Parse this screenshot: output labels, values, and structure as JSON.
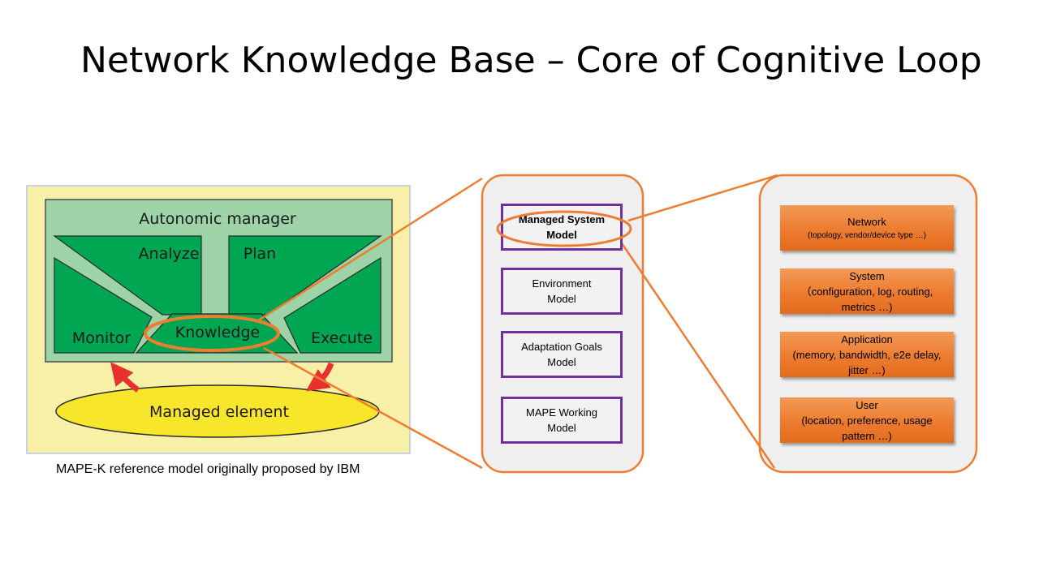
{
  "slide": {
    "title": "Network Knowledge Base – Core of Cognitive Loop"
  },
  "mapek_figure": {
    "autonomic_manager": "Autonomic manager",
    "analyze": "Analyze",
    "plan": "Plan",
    "monitor": "Monitor",
    "knowledge": "Knowledge",
    "execute": "Execute",
    "managed_element": "Managed element",
    "caption": "MAPE-K reference model originally proposed by IBM"
  },
  "knowledge_models": [
    {
      "line1": "Managed System",
      "line2": "Model"
    },
    {
      "line1": "Environment",
      "line2": "Model"
    },
    {
      "line1": "Adaptation Goals",
      "line2": "Model"
    },
    {
      "line1": "MAPE Working",
      "line2": "Model"
    }
  ],
  "managed_system_details": [
    {
      "title": "Network",
      "detail": "(topology, vendor/device type …)"
    },
    {
      "title": "System",
      "detail": "（configuration, log, routing, metrics …)"
    },
    {
      "title": "Application",
      "detail": "(memory,  bandwidth,  e2e delay, jitter …)"
    },
    {
      "title": "User",
      "detail": "(location, preference, usage pattern …)"
    }
  ],
  "colors": {
    "accent_orange": "#ed7d31",
    "model_border_purple": "#7030a0",
    "figure_background_yellow": "#f9f0a8",
    "manager_green": "#9dd3a6",
    "quadrant_green": "#00a651",
    "managed_element_yellow": "#f7e62a",
    "arrow_red": "#e8312f"
  }
}
